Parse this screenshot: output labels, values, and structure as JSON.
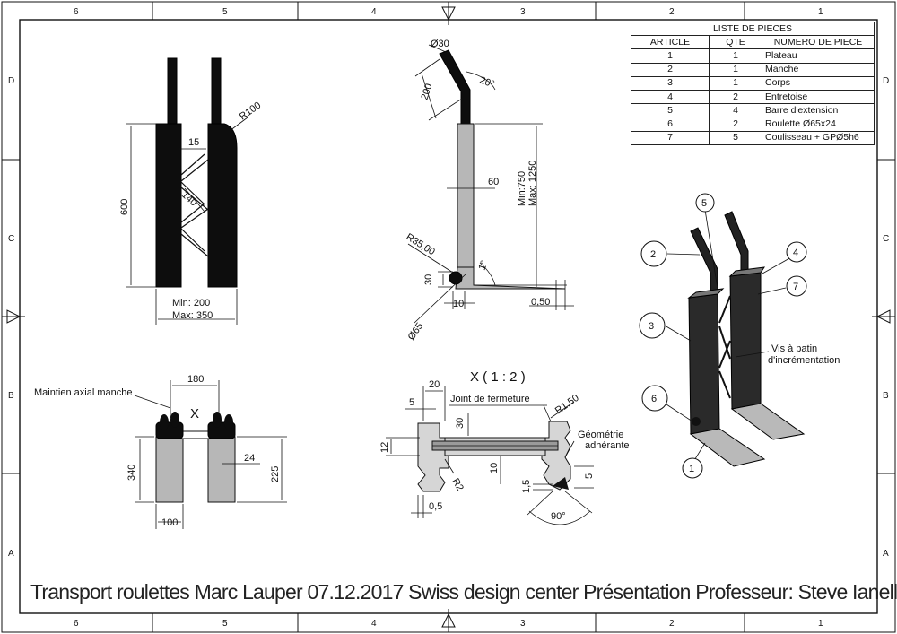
{
  "zones": {
    "columns": [
      "6",
      "5",
      "4",
      "3",
      "2",
      "1"
    ],
    "rows": [
      "D",
      "C",
      "B",
      "A"
    ]
  },
  "parts_list": {
    "title": "LISTE DE PIECES",
    "headers": [
      "ARTICLE",
      "QTE",
      "NUMERO DE PIECE"
    ],
    "rows": [
      {
        "article": "1",
        "qte": "1",
        "part": "Plateau"
      },
      {
        "article": "2",
        "qte": "1",
        "part": "Manche"
      },
      {
        "article": "3",
        "qte": "1",
        "part": "Corps"
      },
      {
        "article": "4",
        "qte": "2",
        "part": "Entretoise"
      },
      {
        "article": "5",
        "qte": "4",
        "part": "Barre d'extension"
      },
      {
        "article": "6",
        "qte": "2",
        "part": "Roulette Ø65x24"
      },
      {
        "article": "7",
        "qte": "5",
        "part": "Coulisseau + GPØ5h6"
      }
    ]
  },
  "front_view": {
    "r100": "R100",
    "d15": "15",
    "d140": "140",
    "d600": "600",
    "width_min": "Min: 200",
    "width_max": "Max: 350"
  },
  "side_view": {
    "d30": "Ø30",
    "d200": "200",
    "angle20": "20°",
    "d60": "60",
    "h_min": "Min:750",
    "h_max": "Max: 1250",
    "r35": "R35,00",
    "angle1": "1°",
    "d30b": "30",
    "d10": "10",
    "d050": "0,50",
    "d65": "Ø65"
  },
  "top_view": {
    "maintien": "Maintien axial manche",
    "d180": "180",
    "x": "X",
    "d340": "340",
    "d24": "24",
    "d225": "225",
    "d100": "100"
  },
  "detail_view": {
    "title": "X ( 1 : 2 )",
    "d20": "20",
    "d5": "5",
    "joint": "Joint de fermeture",
    "r150": "R1,50",
    "d30": "30",
    "d12": "12",
    "r2": "R2",
    "d10": "10",
    "geometrie1": "Géométrie",
    "geometrie2": "adhérante",
    "d15": "1,5",
    "d5b": "5",
    "d05": "0,5",
    "angle90": "90°"
  },
  "iso_view": {
    "balloons": [
      "1",
      "2",
      "3",
      "4",
      "5",
      "6",
      "7"
    ],
    "note1": "Vis à patin",
    "note2": "d'incrémentation"
  },
  "title_block": {
    "text": "Transport roulettes Marc Lauper 07.12.2017 Swiss design center Présentation Professeur: Steve Ianello"
  }
}
